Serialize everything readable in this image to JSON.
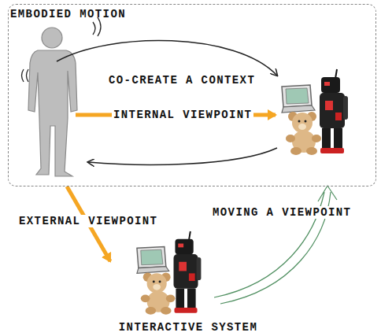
{
  "diagram": {
    "nodes": [
      {
        "text": [
          "EMBODIED MOTION"
        ]
      },
      {
        "text": [
          "INTERACTIVE SYSTEM"
        ]
      }
    ],
    "edges": [
      {
        "from": 0,
        "to": 1,
        "arrow": "to",
        "label": "EXTERNAL VIEWPOINT"
      }
    ],
    "labels": [
      "CO-CREATE A CONTEXT",
      "INTERNAL VIEWPOINT",
      "MOVING A VIEWPOINT"
    ]
  }
}
